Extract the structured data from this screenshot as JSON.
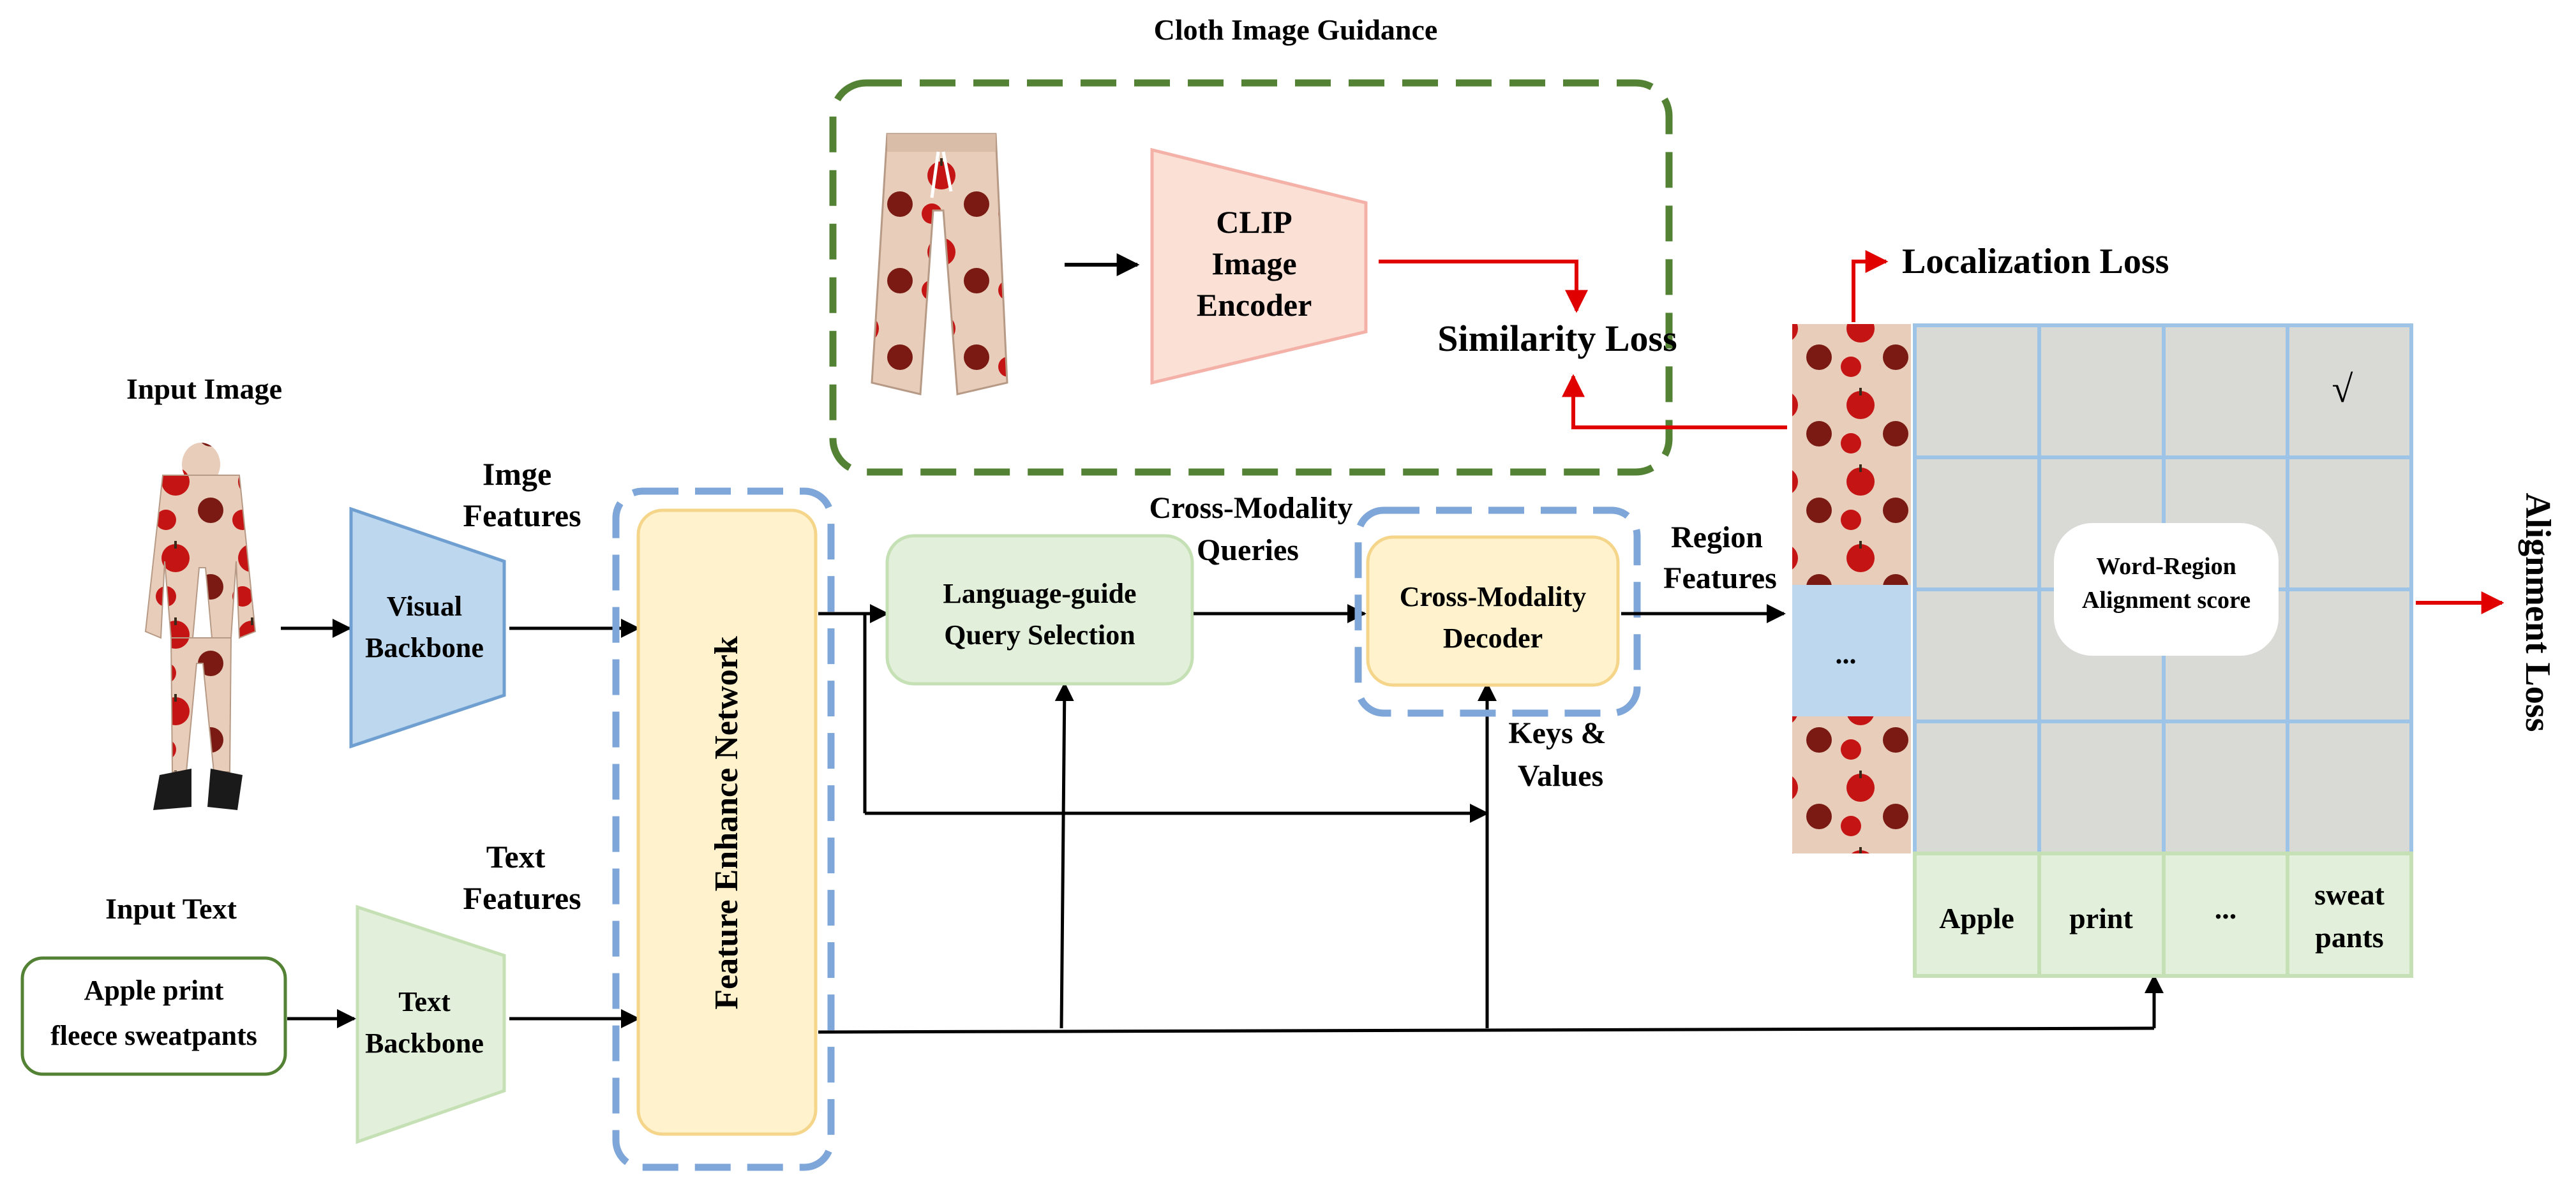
{
  "labels": {
    "cloth_guidance_title": "Cloth Image Guidance",
    "input_image": "Input Image",
    "input_text": "Input Text",
    "input_text_value_line1": "Apple print",
    "input_text_value_line2": "fleece sweatpants",
    "image_features_line1": "Imge",
    "image_features_line2": "Features",
    "text_features_line1": "Text",
    "text_features_line2": "Features",
    "visual_backbone_line1": "Visual",
    "visual_backbone_line2": "Backbone",
    "text_backbone_line1": "Text",
    "text_backbone_line2": "Backbone",
    "feature_enhance_network": "Feature Enhance Network",
    "cross_modality_queries_line1": "Cross-Modality",
    "cross_modality_queries_line2": "Queries",
    "language_guide_line1": "Language-guide",
    "language_guide_line2": "Query Selection",
    "cross_modality_decoder_line1": "Cross-Modality",
    "cross_modality_decoder_line2": "Decoder",
    "keys_values_line1": "Keys &",
    "keys_values_line2": "Values",
    "region_features_line1": "Region",
    "region_features_line2": "Features",
    "clip_line1": "CLIP",
    "clip_line2": "Image",
    "clip_line3": "Encoder",
    "similarity_loss": "Similarity Loss",
    "localization_loss": "Localization Loss",
    "alignment_loss": "Alignment Loss",
    "alignment_score_line1": "Word-Region",
    "alignment_score_line2": "Alignment score",
    "checkmark": "√",
    "ellipsis_region": "...",
    "word_apple": "Apple",
    "word_print": "print",
    "word_ellipsis": "...",
    "word_sweat_line1": "sweat",
    "word_sweat_line2": "pants"
  },
  "colors": {
    "green_dashed": "#548235",
    "blue_dashed": "#7ea6d8",
    "feature_enhance_fill": "#fff2cc",
    "feature_enhance_stroke": "#f4d58a",
    "visual_backbone_fill": "#bdd7ee",
    "visual_backbone_stroke": "#6f9fd0",
    "text_backbone_fill": "#e2efda",
    "text_backbone_stroke": "#c5e0b4",
    "clip_fill": "#fbe0d6",
    "clip_stroke": "#f4b1a7",
    "loss_arrow": "#e00000",
    "grid_fill": "#d9d9d6",
    "grid_line": "#9dc3e6",
    "word_cell_fill": "#e2efda",
    "region_ellipsis_fill": "#bdd7ee",
    "input_text_stroke": "#548235"
  },
  "icons": {
    "input_person": "person-in-apple-print-tracksuit-photo",
    "clothing_item": "apple-print-sweatpants-photo",
    "region_crop": "region-crop-photo"
  }
}
